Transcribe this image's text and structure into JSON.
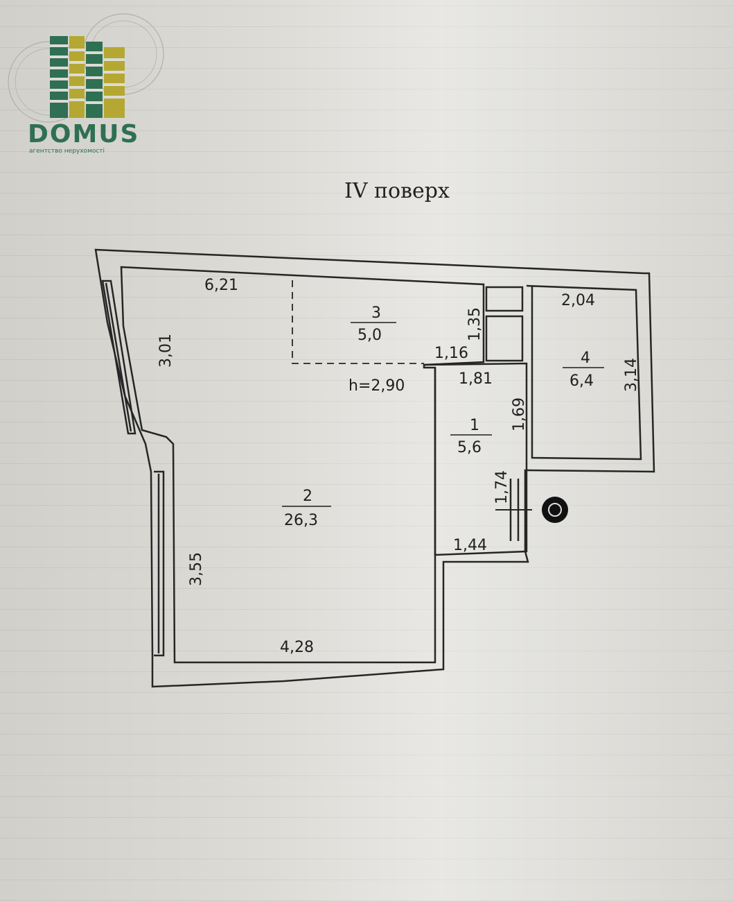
{
  "logo": {
    "brand": "DOMUS",
    "tagline": "агентство нерухомості",
    "color": "#2f6f52",
    "accent": "#b5a832"
  },
  "plan": {
    "title": "IV поверх",
    "height_note": "h=2,90",
    "rooms": [
      {
        "number": "1",
        "area": "5,6"
      },
      {
        "number": "2",
        "area": "26,3"
      },
      {
        "number": "3",
        "area": "5,0"
      },
      {
        "number": "4",
        "area": "6,4"
      }
    ],
    "dimensions": {
      "d621": "6,21",
      "d301": "3,01",
      "d355": "3,55",
      "d428": "4,28",
      "d135": "1,35",
      "d116": "1,16",
      "d181": "1,81",
      "d169": "1,69",
      "d174": "1,74",
      "d144": "1,44",
      "d204": "2,04",
      "d314": "3,14"
    }
  }
}
